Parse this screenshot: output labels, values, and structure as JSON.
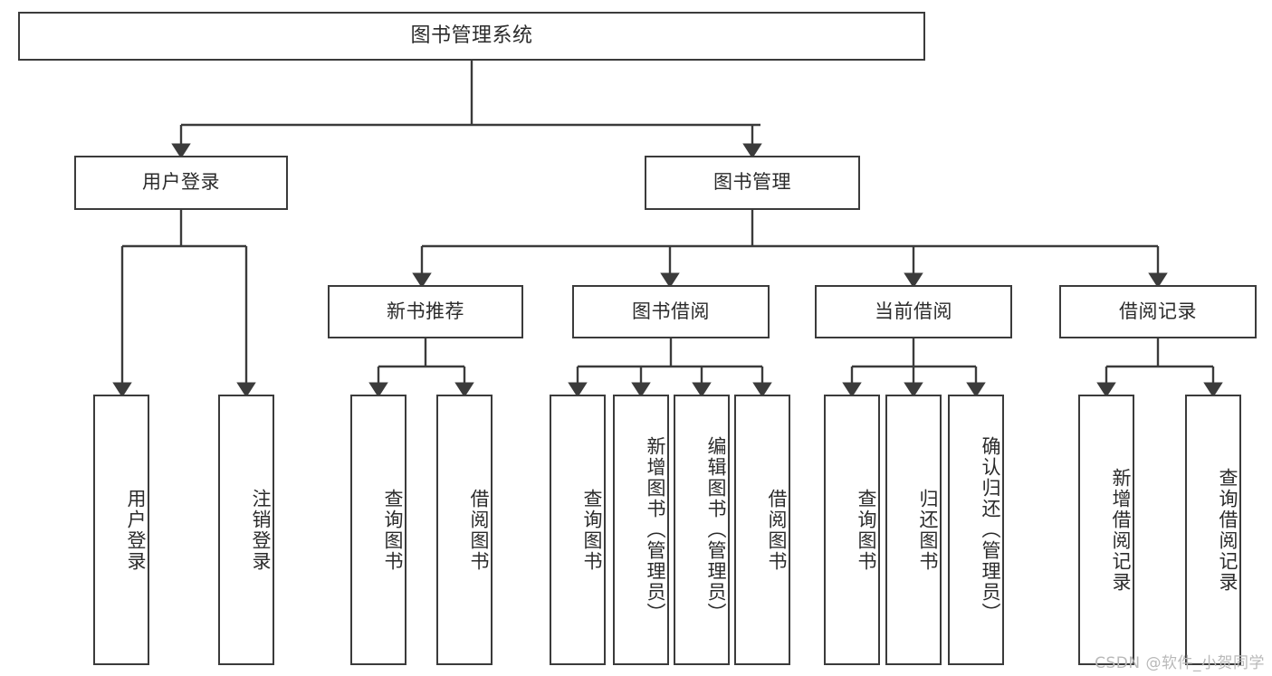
{
  "diagram": {
    "title": "图书管理系统",
    "root": {
      "id": "root",
      "label": "图书管理系统",
      "orientation": "horizontal"
    },
    "level1": [
      {
        "id": "user-login",
        "label": "用户登录",
        "orientation": "horizontal"
      },
      {
        "id": "book-manage",
        "label": "图书管理",
        "orientation": "horizontal"
      }
    ],
    "level2": [
      {
        "id": "new-book-recommend",
        "label": "新书推荐",
        "orientation": "horizontal"
      },
      {
        "id": "book-borrow",
        "label": "图书借阅",
        "orientation": "horizontal"
      },
      {
        "id": "current-borrow",
        "label": "当前借阅",
        "orientation": "horizontal"
      },
      {
        "id": "borrow-record",
        "label": "借阅记录",
        "orientation": "horizontal"
      }
    ],
    "leaves": {
      "user_login": [
        {
          "id": "leaf-user-login",
          "label": "用户登录",
          "orientation": "vertical"
        },
        {
          "id": "leaf-logout-login",
          "label": "注销登录",
          "orientation": "vertical"
        }
      ],
      "new_book_recommend": [
        {
          "id": "leaf-query-book-1",
          "label": "查询图书",
          "orientation": "vertical"
        },
        {
          "id": "leaf-borrow-book-1",
          "label": "借阅图书",
          "orientation": "vertical"
        }
      ],
      "book_borrow": [
        {
          "id": "leaf-query-book-2",
          "label": "查询图书",
          "orientation": "vertical"
        },
        {
          "id": "leaf-add-book",
          "label": "新增图书（管理员）",
          "orientation": "vertical"
        },
        {
          "id": "leaf-edit-book",
          "label": "编辑图书（管理员）",
          "orientation": "vertical"
        },
        {
          "id": "leaf-borrow-book-2",
          "label": "借阅图书",
          "orientation": "vertical"
        }
      ],
      "current_borrow": [
        {
          "id": "leaf-query-book-3",
          "label": "查询图书",
          "orientation": "vertical"
        },
        {
          "id": "leaf-return-book",
          "label": "归还图书",
          "orientation": "vertical"
        },
        {
          "id": "leaf-confirm-return",
          "label": "确认归还（管理员）",
          "orientation": "vertical"
        }
      ],
      "borrow_record": [
        {
          "id": "leaf-add-borrow-record",
          "label": "新增借阅记录",
          "orientation": "vertical"
        },
        {
          "id": "leaf-query-borrow-record",
          "label": "查询借阅记录",
          "orientation": "vertical"
        }
      ]
    },
    "colors": {
      "stroke": "#3b3b3b",
      "text": "#2b2b2b",
      "background": "#ffffff",
      "watermark": "#b9b9b9"
    }
  },
  "watermark": {
    "text": "CSDN @软件_小贺同学"
  }
}
